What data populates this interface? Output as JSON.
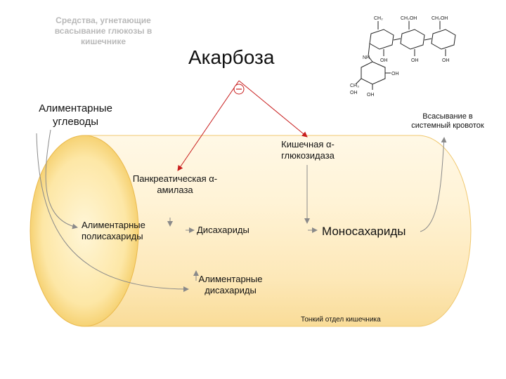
{
  "header": {
    "subtitle": "Средства, угнетающие всасывание глюкозы в кишечнике",
    "title": "Акарбоза",
    "inhibit_symbol": "−"
  },
  "labels": {
    "alimentary_carbs": "Алиментарные углеводы",
    "absorption": "Всасывание в системный кровоток",
    "intestinal_glucosidase": "Кишечная α-глюкозидаза",
    "pancreatic_amylase": "Панкреатическая α-амилаза",
    "alimentary_polysaccharides": "Алиментарные полисахариды",
    "disaccharides": "Дисахариды",
    "monosaccharides": "Моносахариды",
    "alimentary_disaccharides": "Алиментарные дисахариды",
    "small_intestine": "Тонкий отдел кишечника"
  },
  "structure_labels": {
    "ch2oh": "CH₂",
    "ch2oh_2": "CH₂OH",
    "oh": "OH",
    "nh": "NH",
    "ch3": "CH₃"
  },
  "colors": {
    "arrow_red": "#c81e1e",
    "arrow_gray": "#888888",
    "tube_light": "#fff6df",
    "tube_mid": "#fde9bc",
    "tube_edge": "#f6d27e",
    "title_gray": "#b9b9b9"
  }
}
